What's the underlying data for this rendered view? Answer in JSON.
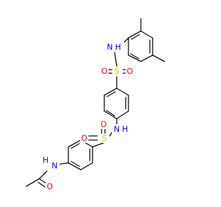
{
  "molecule": {
    "colors": {
      "bond": "#000000",
      "nitrogen": "#0000ff",
      "oxygen": "#ff0000",
      "sulfur": "#cccc00",
      "carbon": "#000000"
    },
    "atom_labels": {
      "nh_top": "N",
      "h_top": "H",
      "s_top": "S",
      "o_top_left": "O",
      "o_top_right": "O",
      "nh_mid": "N",
      "h_mid": "H",
      "s_bottom": "S",
      "o_bottom_top": "O",
      "o_bottom_left": "O",
      "h_amide": "H",
      "n_amide": "N",
      "o_carbonyl": "O"
    }
  }
}
